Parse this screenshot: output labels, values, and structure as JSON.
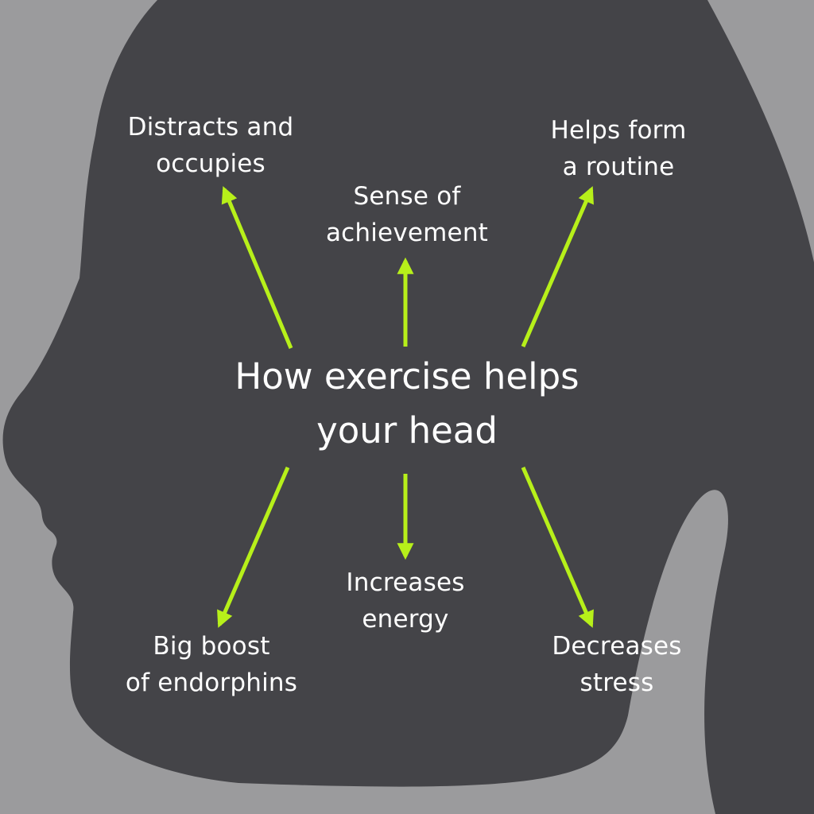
{
  "colors": {
    "background": "#9b9b9d",
    "head": "#444448",
    "arrow": "#b7f01a",
    "text": "#ffffff"
  },
  "title": {
    "line1": "How exercise helps",
    "line2": "your head"
  },
  "labels": {
    "distracts": {
      "line1": "Distracts and",
      "line2": "occupies"
    },
    "achievement": {
      "line1": "Sense of",
      "line2": "achievement"
    },
    "routine": {
      "line1": "Helps form",
      "line2": "a routine"
    },
    "endorphins": {
      "line1": "Big boost",
      "line2": "of endorphins"
    },
    "energy": {
      "line1": "Increases",
      "line2": "energy"
    },
    "stress": {
      "line1": "Decreases",
      "line2": "stress"
    }
  }
}
